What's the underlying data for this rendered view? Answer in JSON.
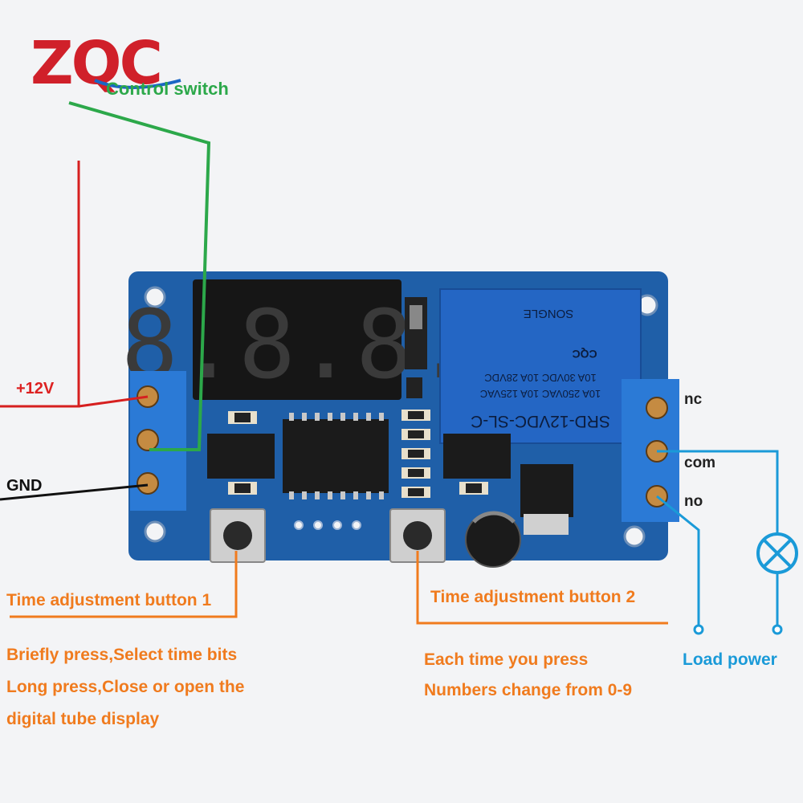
{
  "logo": {
    "text": "ZQC",
    "tagline": "Control switch"
  },
  "display": {
    "digits": "8.8.8."
  },
  "relay": {
    "model": "SRD-12VDC-SL-C",
    "ratings": [
      "10A 250VAC  10A 125VAC",
      "10A 30VDC  10A 28VDC"
    ],
    "brand": "SONGLE",
    "mark": "CQC"
  },
  "labels": {
    "v12": "+12V",
    "gnd": "GND",
    "nc": "nc",
    "com": "com",
    "no": "no",
    "button1_title": "Time adjustment button 1",
    "button1_desc": [
      "Briefly press,Select time bits",
      "Long press,Close or open the",
      "digital tube display"
    ],
    "button2_title": "Time adjustment button 2",
    "button2_desc": [
      "Each time you press",
      "Numbers change from 0-9"
    ],
    "load": "Load power"
  },
  "colors": {
    "pcb": "#1f5fa8",
    "terminal": "#2b7ad6",
    "relay": "#2466c4",
    "wire_power": "#d61f1f",
    "wire_gnd": "#111111",
    "wire_control": "#2ca84a",
    "callout": "#f07b1e",
    "load": "#1a9ad8"
  }
}
